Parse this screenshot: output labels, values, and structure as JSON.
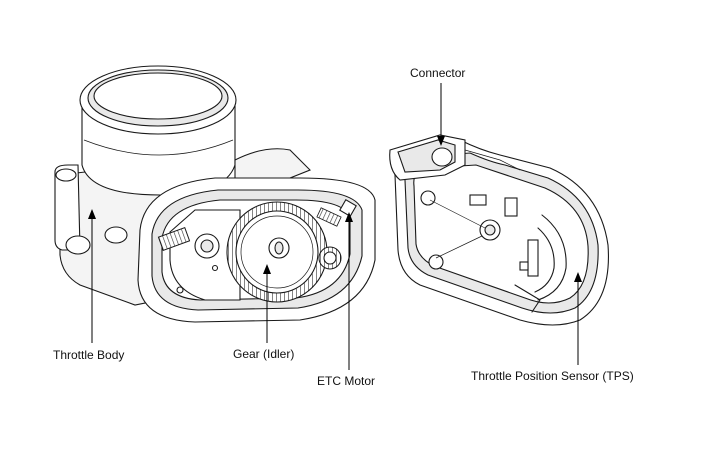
{
  "labels": {
    "connector": "Connector",
    "throttle_body": "Throttle Body",
    "gear_idler": "Gear (Idler)",
    "etc_motor": "ETC Motor",
    "tps": "Throttle Position Sensor (TPS)"
  }
}
